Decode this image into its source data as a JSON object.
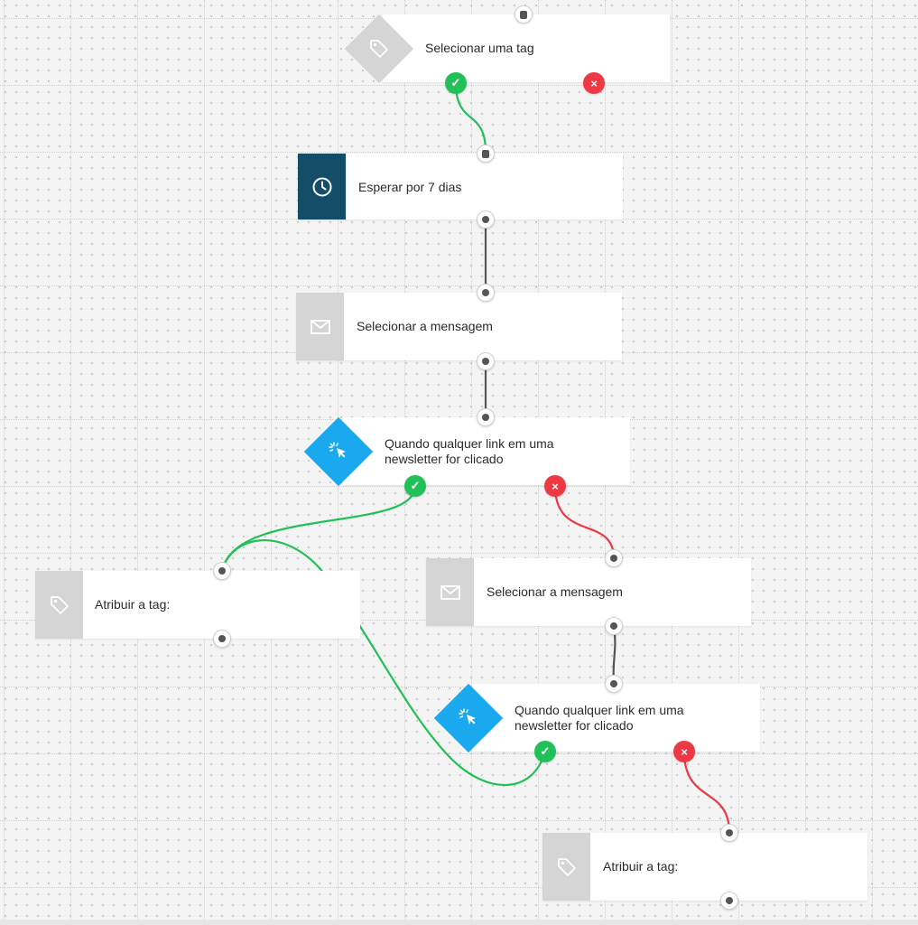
{
  "canvas": {
    "colors": {
      "accent_blue": "#1aa8ef",
      "dark_teal": "#144d67",
      "icon_gray": "#d5d5d5",
      "yes_green": "#22c058",
      "no_red": "#ee3843"
    }
  },
  "nodes": {
    "select_tag": {
      "label": "Selecionar uma tag",
      "icon": "tag-icon"
    },
    "wait": {
      "label": "Esperar por 7 dias",
      "icon": "clock-icon"
    },
    "select_message_1": {
      "label": "Selecionar a mensagem",
      "icon": "envelope-icon"
    },
    "link_click_1": {
      "label_line1": "Quando qualquer link em uma",
      "label_line2": "newsletter for clicado",
      "icon": "cursor-click-icon"
    },
    "assign_tag_1": {
      "label": "Atribuir a tag:",
      "icon": "tag-icon"
    },
    "select_message_2": {
      "label": "Selecionar a mensagem",
      "icon": "envelope-icon"
    },
    "link_click_2": {
      "label_line1": "Quando qualquer link em uma",
      "label_line2": "newsletter for clicado",
      "icon": "cursor-click-icon"
    },
    "assign_tag_2": {
      "label": "Atribuir a tag:",
      "icon": "tag-icon"
    }
  },
  "badges": {
    "yes": "✓",
    "no": "×"
  }
}
